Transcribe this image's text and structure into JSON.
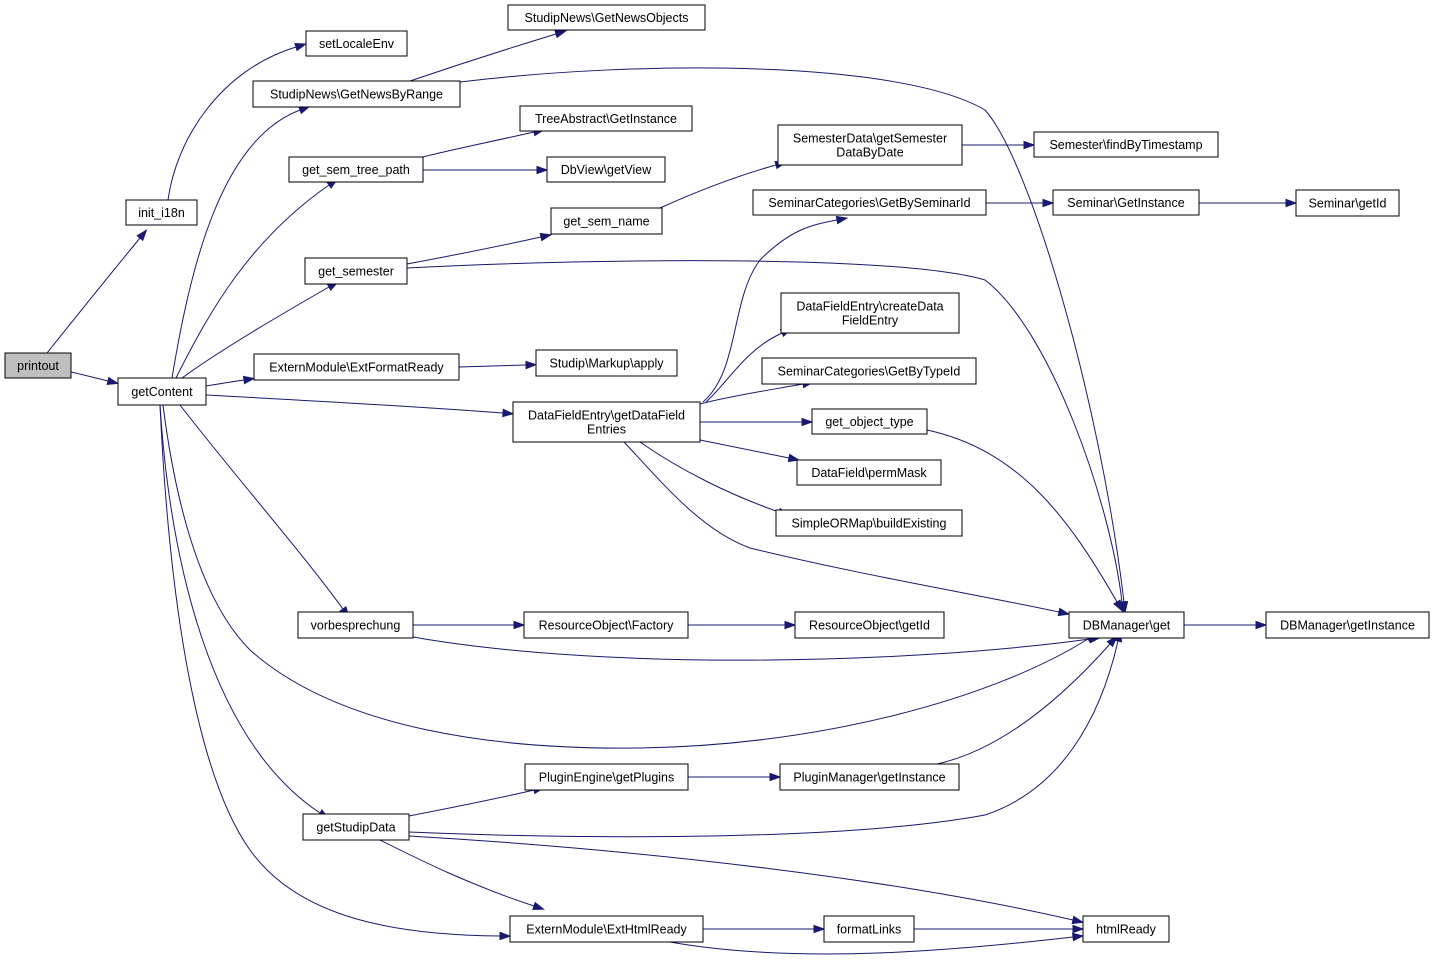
{
  "diagram": {
    "nodes": {
      "printout": [
        "printout"
      ],
      "init_i18n": [
        "init_i18n"
      ],
      "getContent": [
        "getContent"
      ],
      "setLocaleEnv": [
        "setLocaleEnv"
      ],
      "GetNewsObjects": [
        "StudipNews\\GetNewsObjects"
      ],
      "GetNewsByRange": [
        "StudipNews\\GetNewsByRange"
      ],
      "TreeGetInstance": [
        "TreeAbstract\\GetInstance"
      ],
      "get_sem_tree_path": [
        "get_sem_tree_path"
      ],
      "DbViewGetView": [
        "DbView\\getView"
      ],
      "SemesterDataByDate": [
        "SemesterData\\getSemester",
        "DataByDate"
      ],
      "SemesterFindByTimestamp": [
        "Semester\\findByTimestamp"
      ],
      "get_sem_name": [
        "get_sem_name"
      ],
      "GetBySeminarId": [
        "SeminarCategories\\GetBySeminarId"
      ],
      "SeminarGetInstance": [
        "Seminar\\GetInstance"
      ],
      "SeminarGetId": [
        "Seminar\\getId"
      ],
      "get_semester": [
        "get_semester"
      ],
      "createDataFieldEntry": [
        "DataFieldEntry\\createData",
        "FieldEntry"
      ],
      "ExtFormatReady": [
        "ExternModule\\ExtFormatReady"
      ],
      "MarkupApply": [
        "Studip\\Markup\\apply"
      ],
      "GetByTypeId": [
        "SeminarCategories\\GetByTypeId"
      ],
      "getDataFieldEntries": [
        "DataFieldEntry\\getDataField",
        "Entries"
      ],
      "get_object_type": [
        "get_object_type"
      ],
      "permMask": [
        "DataField\\permMask"
      ],
      "buildExisting": [
        "SimpleORMap\\buildExisting"
      ],
      "vorbesprechung": [
        "vorbesprechung"
      ],
      "ResourceFactory": [
        "ResourceObject\\Factory"
      ],
      "ResourceGetId": [
        "ResourceObject\\getId"
      ],
      "DBManagerGet": [
        "DBManager\\get"
      ],
      "DBManagerGetInstance": [
        "DBManager\\getInstance"
      ],
      "PluginEngineGetPlugins": [
        "PluginEngine\\getPlugins"
      ],
      "PluginManagerGetInstance": [
        "PluginManager\\getInstance"
      ],
      "getStudipData": [
        "getStudipData"
      ],
      "ExtHtmlReady": [
        "ExternModule\\ExtHtmlReady"
      ],
      "formatLinks": [
        "formatLinks"
      ],
      "htmlReady": [
        "htmlReady"
      ]
    },
    "edges": [
      [
        "printout",
        "init_i18n"
      ],
      [
        "printout",
        "getContent"
      ],
      [
        "init_i18n",
        "setLocaleEnv"
      ],
      [
        "getContent",
        "GetNewsByRange"
      ],
      [
        "getContent",
        "get_sem_tree_path"
      ],
      [
        "getContent",
        "get_semester"
      ],
      [
        "getContent",
        "ExtFormatReady"
      ],
      [
        "getContent",
        "getDataFieldEntries"
      ],
      [
        "getContent",
        "vorbesprechung"
      ],
      [
        "getContent",
        "DBManagerGet"
      ],
      [
        "getContent",
        "getStudipData"
      ],
      [
        "getContent",
        "ExtHtmlReady"
      ],
      [
        "GetNewsByRange",
        "GetNewsObjects"
      ],
      [
        "GetNewsByRange",
        "DBManagerGet"
      ],
      [
        "get_sem_tree_path",
        "TreeGetInstance"
      ],
      [
        "get_sem_tree_path",
        "DbViewGetView"
      ],
      [
        "get_semester",
        "get_sem_name"
      ],
      [
        "get_semester",
        "DBManagerGet"
      ],
      [
        "get_sem_name",
        "SemesterDataByDate"
      ],
      [
        "SemesterDataByDate",
        "SemesterFindByTimestamp"
      ],
      [
        "GetBySeminarId",
        "SeminarGetInstance"
      ],
      [
        "SeminarGetInstance",
        "SeminarGetId"
      ],
      [
        "ExtFormatReady",
        "MarkupApply"
      ],
      [
        "getDataFieldEntries",
        "GetBySeminarId"
      ],
      [
        "getDataFieldEntries",
        "createDataFieldEntry"
      ],
      [
        "getDataFieldEntries",
        "GetByTypeId"
      ],
      [
        "getDataFieldEntries",
        "get_object_type"
      ],
      [
        "getDataFieldEntries",
        "permMask"
      ],
      [
        "getDataFieldEntries",
        "buildExisting"
      ],
      [
        "getDataFieldEntries",
        "DBManagerGet"
      ],
      [
        "get_object_type",
        "DBManagerGet"
      ],
      [
        "vorbesprechung",
        "ResourceFactory"
      ],
      [
        "vorbesprechung",
        "DBManagerGet"
      ],
      [
        "ResourceFactory",
        "ResourceGetId"
      ],
      [
        "DBManagerGet",
        "DBManagerGetInstance"
      ],
      [
        "getStudipData",
        "PluginEngineGetPlugins"
      ],
      [
        "getStudipData",
        "DBManagerGet"
      ],
      [
        "getStudipData",
        "ExtHtmlReady"
      ],
      [
        "getStudipData",
        "htmlReady"
      ],
      [
        "PluginEngineGetPlugins",
        "PluginManagerGetInstance"
      ],
      [
        "PluginManagerGetInstance",
        "DBManagerGet"
      ],
      [
        "ExtHtmlReady",
        "formatLinks"
      ],
      [
        "ExtHtmlReady",
        "htmlReady"
      ],
      [
        "formatLinks",
        "htmlReady"
      ]
    ]
  }
}
